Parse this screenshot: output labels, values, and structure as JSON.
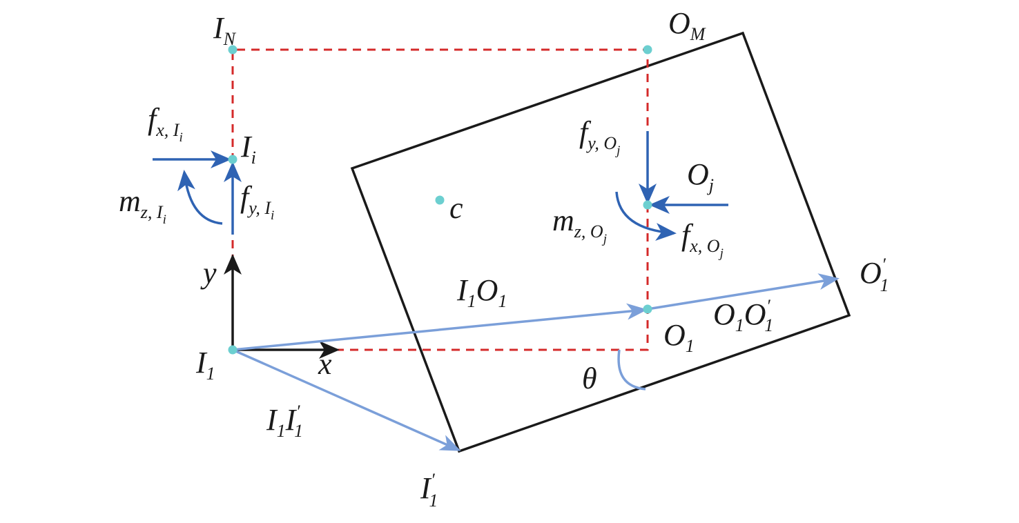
{
  "labels": {
    "IN": {
      "main": "I",
      "sub": "N"
    },
    "OM": {
      "main": "O",
      "sub": "M"
    },
    "Ii": {
      "main": "I",
      "sub": "i"
    },
    "fx_Ii": {
      "main": "f",
      "sub": "x, I",
      "subsub": "i"
    },
    "mz_Ii": {
      "main": "m",
      "sub": "z, I",
      "subsub": "i"
    },
    "fy_Ii": {
      "main": "f",
      "sub": "y, I",
      "subsub": "i"
    },
    "fy_Oj": {
      "main": "f",
      "sub": "y, O",
      "subsub": "j"
    },
    "Oj": {
      "main": "O",
      "sub": "j"
    },
    "mz_Oj": {
      "main": "m",
      "sub": "z, O",
      "subsub": "j"
    },
    "fx_Oj": {
      "main": "f",
      "sub": "x, O",
      "subsub": "j"
    },
    "c": "c",
    "y": "y",
    "x": "x",
    "I1": {
      "main": "I",
      "sub": "1"
    },
    "I1O1": {
      "a": "I",
      "a_sub": "1",
      "b": "O",
      "b_sub": "1"
    },
    "O1": {
      "main": "O",
      "sub": "1"
    },
    "O1O1p": {
      "a": "O",
      "a_sub": "1",
      "b": "O",
      "b_sub": "1",
      "prime": "′"
    },
    "O1p": {
      "main": "O",
      "sub": "1",
      "prime": "′"
    },
    "theta": "θ",
    "I1I1p": {
      "a": "I",
      "a_sub": "1",
      "b": "I",
      "b_sub": "1",
      "prime": "′"
    },
    "I1p": {
      "main": "I",
      "sub": "1",
      "prime": "′"
    }
  },
  "colors": {
    "frame": "#1a1a1a",
    "dashed": "#d42a2a",
    "force": "#2f63b3",
    "displacement": "#7b9fd9",
    "point": "#6ccfd0",
    "axis": "#1a1a1a"
  }
}
